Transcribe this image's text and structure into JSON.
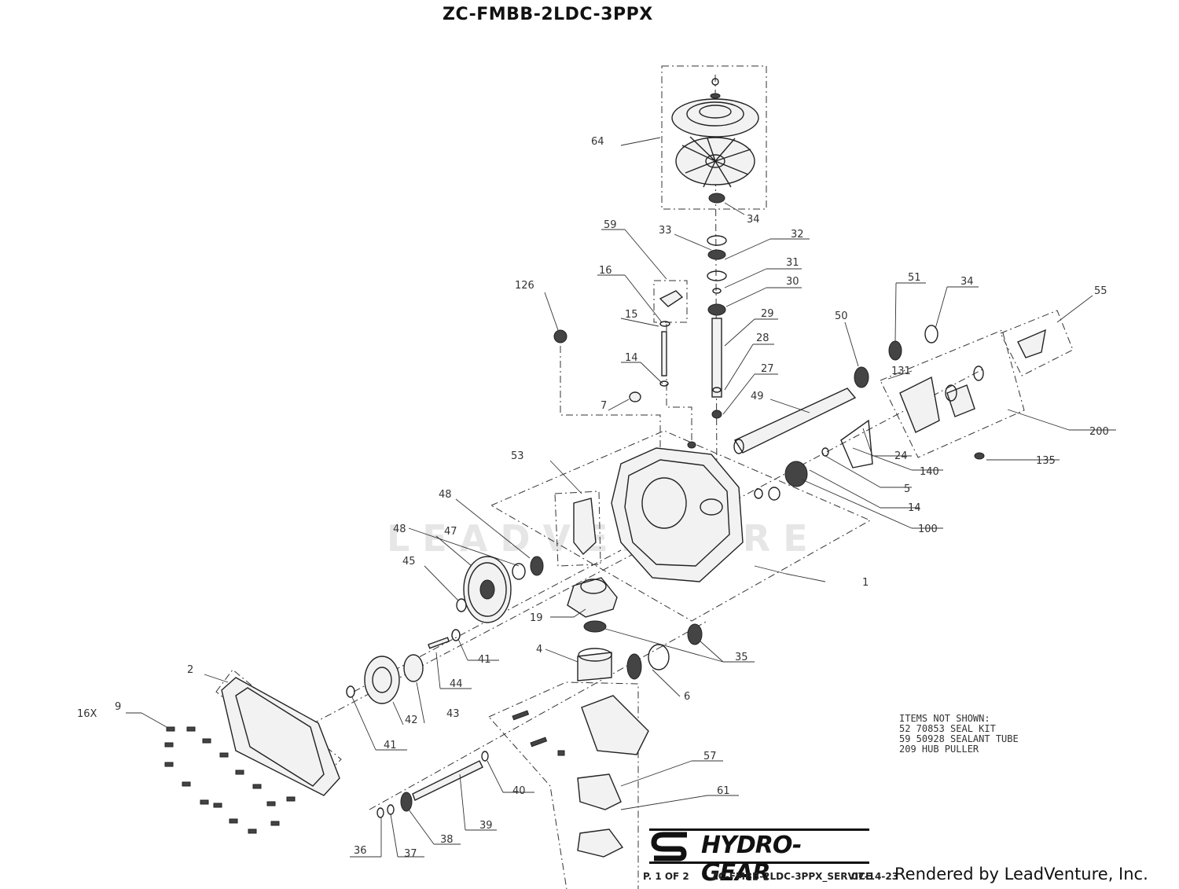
{
  "title": "ZC-FMBB-2LDC-3PPX",
  "watermark": "LEADVENTURE",
  "parts": [
    {
      "id": "p64",
      "label": "64"
    },
    {
      "id": "p34a",
      "label": "34"
    },
    {
      "id": "p33",
      "label": "33"
    },
    {
      "id": "p32",
      "label": "32"
    },
    {
      "id": "p31",
      "label": "31"
    },
    {
      "id": "p30",
      "label": "30"
    },
    {
      "id": "p29",
      "label": "29"
    },
    {
      "id": "p28",
      "label": "28"
    },
    {
      "id": "p27",
      "label": "27"
    },
    {
      "id": "p59",
      "label": "59"
    },
    {
      "id": "p16",
      "label": "16"
    },
    {
      "id": "p15",
      "label": "15"
    },
    {
      "id": "p14a",
      "label": "14"
    },
    {
      "id": "p7",
      "label": "7"
    },
    {
      "id": "p126",
      "label": "126"
    },
    {
      "id": "p51",
      "label": "51"
    },
    {
      "id": "p34b",
      "label": "34"
    },
    {
      "id": "p50",
      "label": "50"
    },
    {
      "id": "p55",
      "label": "55"
    },
    {
      "id": "p131",
      "label": "131"
    },
    {
      "id": "p49",
      "label": "49"
    },
    {
      "id": "p200",
      "label": "200"
    },
    {
      "id": "p24",
      "label": "24"
    },
    {
      "id": "p135",
      "label": "135"
    },
    {
      "id": "p140",
      "label": "140"
    },
    {
      "id": "p5",
      "label": "5"
    },
    {
      "id": "p14b",
      "label": "14"
    },
    {
      "id": "p100",
      "label": "100"
    },
    {
      "id": "p53",
      "label": "53"
    },
    {
      "id": "p48a",
      "label": "48"
    },
    {
      "id": "p48b",
      "label": "48"
    },
    {
      "id": "p47",
      "label": "47"
    },
    {
      "id": "p45",
      "label": "45"
    },
    {
      "id": "p1",
      "label": "1"
    },
    {
      "id": "p19",
      "label": "19"
    },
    {
      "id": "p4",
      "label": "4"
    },
    {
      "id": "p35",
      "label": "35"
    },
    {
      "id": "p41a",
      "label": "41"
    },
    {
      "id": "p44",
      "label": "44"
    },
    {
      "id": "p43",
      "label": "43"
    },
    {
      "id": "p42",
      "label": "42"
    },
    {
      "id": "p41b",
      "label": "41"
    },
    {
      "id": "p6",
      "label": "6"
    },
    {
      "id": "p2",
      "label": "2"
    },
    {
      "id": "p9",
      "label": "9"
    },
    {
      "id": "p16x",
      "label": "16X"
    },
    {
      "id": "p40",
      "label": "40"
    },
    {
      "id": "p57",
      "label": "57"
    },
    {
      "id": "p61",
      "label": "61"
    },
    {
      "id": "p39",
      "label": "39"
    },
    {
      "id": "p38",
      "label": "38"
    },
    {
      "id": "p37",
      "label": "37"
    },
    {
      "id": "p36",
      "label": "36"
    }
  ],
  "notes": {
    "heading": "ITEMS NOT SHOWN:",
    "lines": [
      "52 70853 SEAL KIT",
      "59 50928 SEALANT TUBE",
      "209 HUB PULLER"
    ]
  },
  "footer": {
    "brand": "HYDRO-GEAR",
    "page": "P. 1 OF 2",
    "code": "ZC-FMBB-2LDC-3PPX_SERVICE",
    "date": "07-14-23",
    "rendered_by": "Rendered by LeadVenture, Inc."
  }
}
